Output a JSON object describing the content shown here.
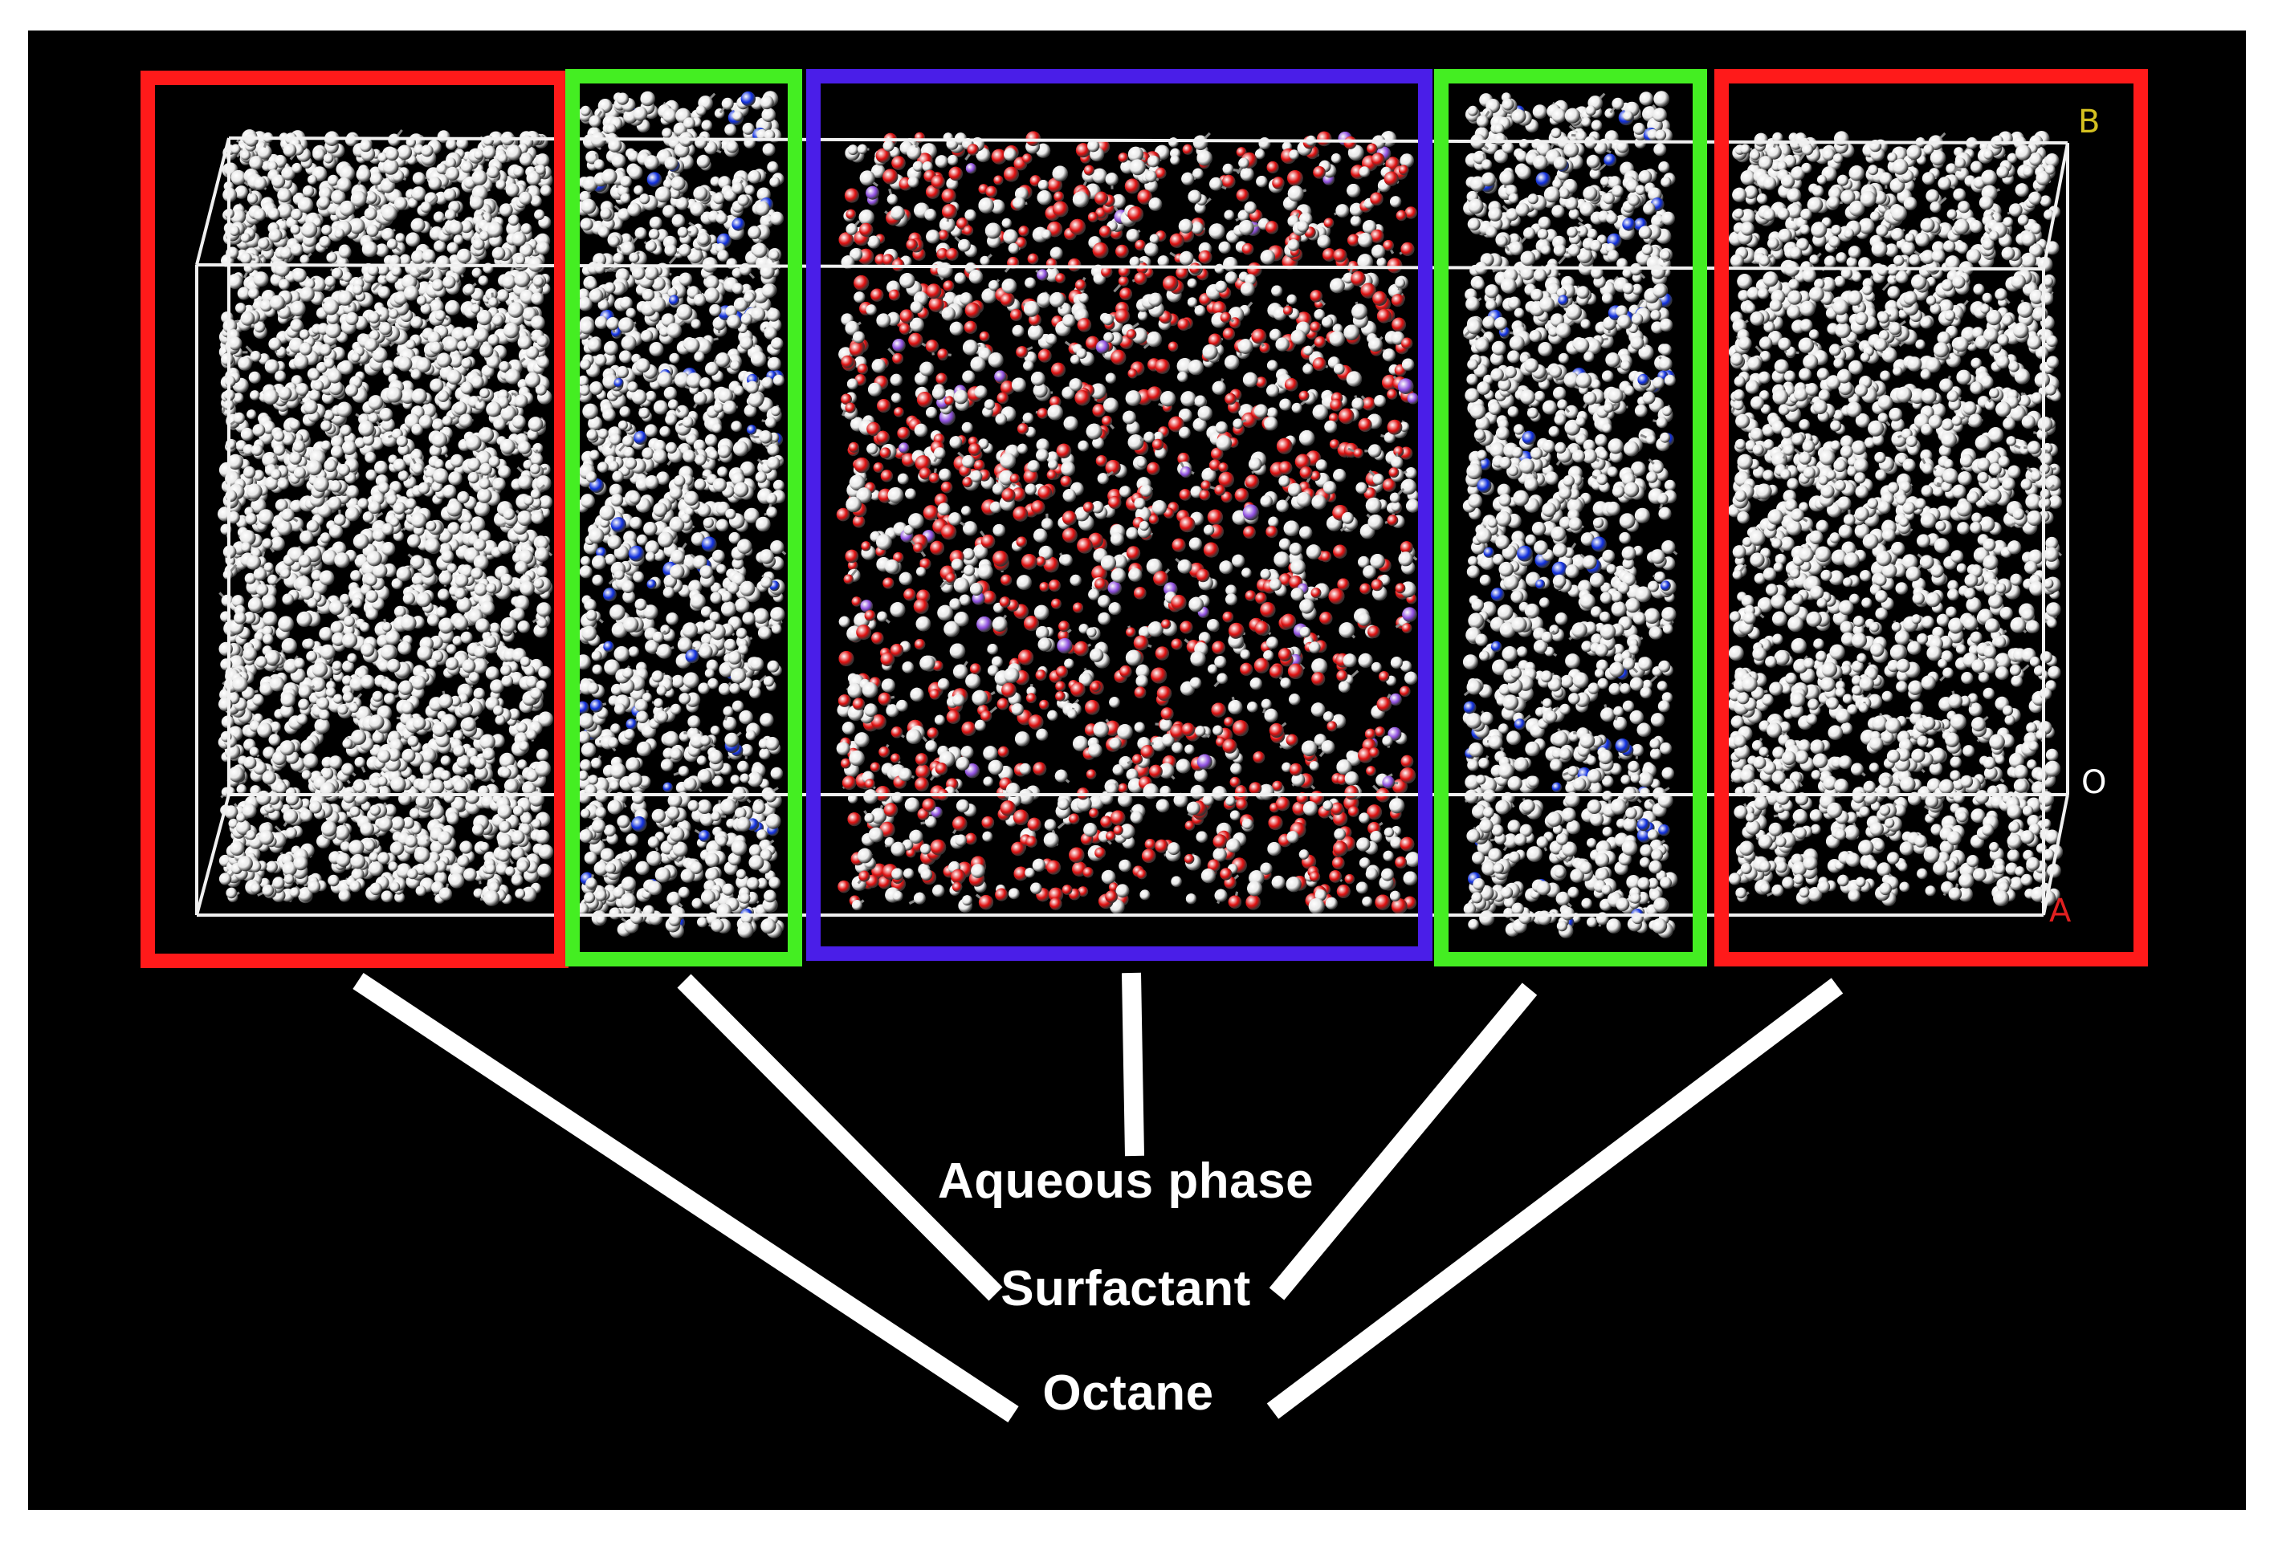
{
  "colors": {
    "background": "#000000",
    "frame": "#ffffff",
    "octane_box": "#ff1a1a",
    "surfactant_box": "#44ee22",
    "aqueous_box": "#4a1ee8",
    "atom_carbon_hydrogen": "#e8e8e8",
    "atom_oxygen": "#e01010",
    "atom_nitrogen": "#1030e0",
    "atom_ion": "#9050e0",
    "cell_edge": "#f0f0f0",
    "axis_b": "#d4c020",
    "axis_a": "#e02020",
    "axis_o": "#ffffff"
  },
  "regions": [
    {
      "name": "Octane",
      "box": "octane_box"
    },
    {
      "name": "Surfactant",
      "box": "surfactant_box"
    },
    {
      "name": "Aqueous phase",
      "box": "aqueous_box"
    },
    {
      "name": "Surfactant",
      "box": "surfactant_box"
    },
    {
      "name": "Octane",
      "box": "octane_box"
    }
  ],
  "labels": {
    "aqueous": "Aqueous phase",
    "surfactant": "Surfactant",
    "octane": "Octane"
  },
  "axes": {
    "b": "B",
    "o": "O",
    "a": "A"
  }
}
